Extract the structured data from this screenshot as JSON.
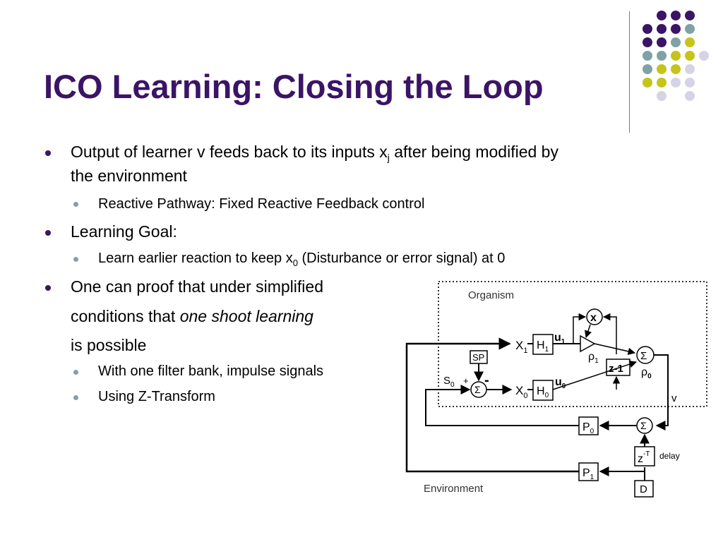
{
  "slide": {
    "title": "ICO Learning: Closing the Loop",
    "colors": {
      "title": "#3b1466",
      "dot_purple": "#3b1466",
      "dot_teal": "#7fa2a6",
      "dot_yellow": "#c6c31a",
      "dot_lilac": "#d4d4e6"
    },
    "bullets": {
      "b1_text": "Output of learner v feeds back to its inputs x",
      "b1_sub": "j",
      "b1_text_after": " after being modified by",
      "b1_line2": "the environment",
      "b1a": "Reactive Pathway: Fixed Reactive Feedback control",
      "b2": "Learning Goal:",
      "b2a_text": "Learn earlier reaction to keep x",
      "b2a_sub": "0",
      "b2a_after": " (Disturbance or error signal) at 0",
      "b3_line1": "One can proof that under simplified",
      "b3_line2_pre": "conditions that ",
      "b3_line2_em": "one shoot learning",
      "b3_line3": "is possible",
      "b3a": "With one filter bank, impulse signals",
      "b3b": "Using Z-Transform"
    }
  },
  "diagram": {
    "organism": "Organism",
    "environment": "Environment",
    "x1": "X",
    "x1_sub": "1",
    "h1": "H",
    "h1_sub": "1",
    "u1": "u",
    "u1_sub": "1",
    "rho1": "ρ",
    "rho1_sub": "1",
    "x_mult": "x",
    "sigma": "Σ",
    "rho0": "ρ",
    "rho0_sub": "0",
    "z1": "z-1",
    "sp": "SP",
    "s0": "S",
    "s0_sub": "0",
    "plus": "+",
    "minus": "-",
    "x0": "X",
    "x0_sub": "0",
    "h0": "H",
    "h0_sub": "0",
    "u0": "u",
    "u0_sub": "0",
    "v": "v",
    "p0": "P",
    "p0_sub": "0",
    "p1": "P",
    "p1_sub": "1",
    "zt": "z",
    "zt_sup": "-T",
    "delay": "delay",
    "d": "D"
  }
}
